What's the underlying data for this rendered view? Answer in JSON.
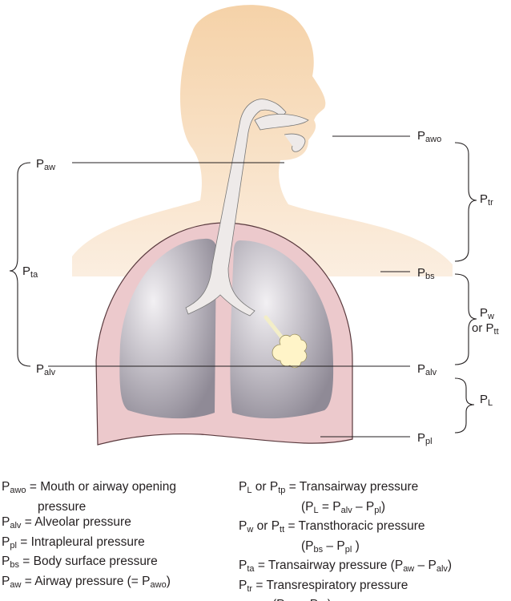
{
  "colors": {
    "skin": "#f7dcbb",
    "thorax": "#ecc9cc",
    "lung": "#a9a4ad",
    "airway": "#eeeae9",
    "alveoli": "#fff4c8"
  },
  "labels": {
    "p": "P",
    "awo": "awo",
    "aw": "aw",
    "tr": "tr",
    "bs": "bs",
    "ta": "ta",
    "w": "w",
    "or": "or",
    "tt": "tt",
    "alv": "alv",
    "L": "L",
    "pl": "pl"
  },
  "legend_left": [
    {
      "sub": "awo",
      "text": "= Mouth or airway opening"
    },
    {
      "cont": "pressure"
    },
    {
      "sub": "alv",
      "text": "= Alveolar pressure"
    },
    {
      "sub": "pl",
      "text": "= Intrapleural pressure"
    },
    {
      "sub": "bs",
      "text": "= Body surface pressure"
    },
    {
      "sub": "aw",
      "text": "= Airway pressure (= P",
      "sub2": "awo",
      "tail": ")"
    }
  ],
  "legend_right": {
    "l1": {
      "a": "L",
      "or": " or P",
      "b": "tp",
      "text": "= Transairway pressure"
    },
    "l2": {
      "open": "(P",
      "a": "L",
      "eq": " = P",
      "b": "alv",
      "minus": " – P",
      "c": "pl",
      "close": ")"
    },
    "l3": {
      "a": "w",
      "or": " or P",
      "b": "tt",
      "text": "= Transthoracic pressure"
    },
    "l4": {
      "open": "(P",
      "a": "bs",
      "minus": " – P",
      "b": "pl",
      "close": " )"
    },
    "l5": {
      "a": "ta",
      "text": "= Transairway pressure (P",
      "b": "aw",
      "minus": " – P",
      "c": "alv",
      "close": ")"
    },
    "l6": {
      "a": "tr",
      "text": "= Transrespiratory pressure"
    },
    "l7": {
      "open": "(P",
      "a": "alv",
      "minus": " – P",
      "b": "bs",
      "close": ")"
    }
  }
}
